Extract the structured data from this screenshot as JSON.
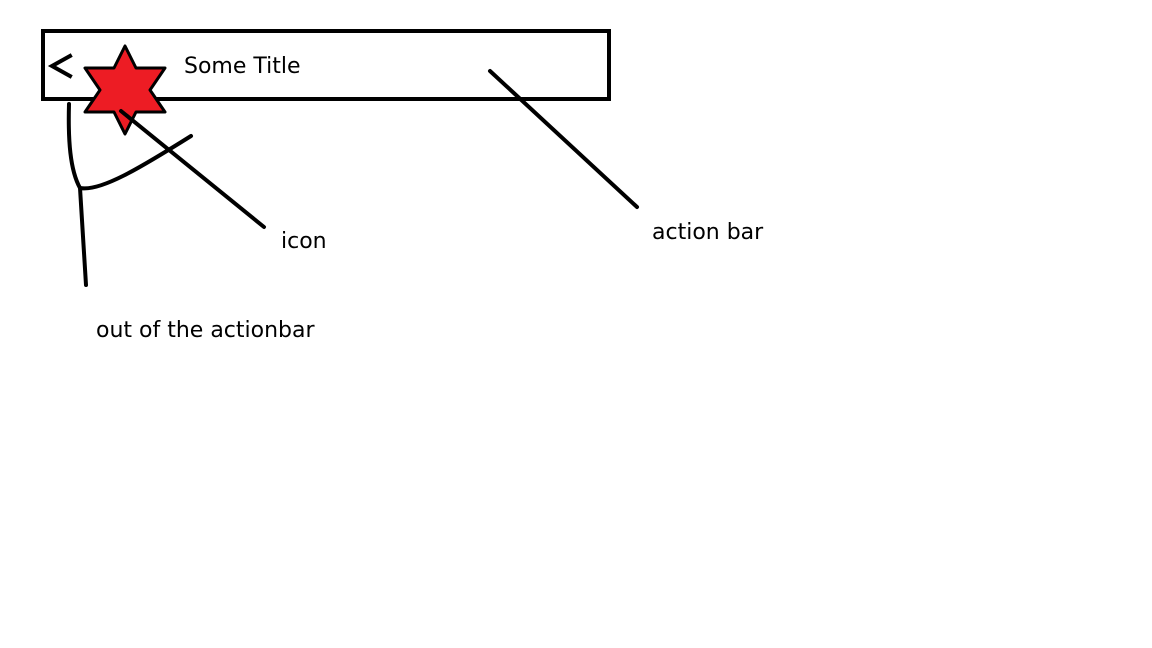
{
  "action_bar": {
    "title": "Some Title",
    "back_icon": "chevron-left-icon",
    "app_icon": "six-point-star-icon"
  },
  "annotations": {
    "icon": "icon",
    "action_bar": "action bar",
    "out_of_actionbar": "out of the actionbar"
  },
  "colors": {
    "star_fill": "#ed1c24",
    "stroke": "#000000",
    "background": "#ffffff"
  }
}
